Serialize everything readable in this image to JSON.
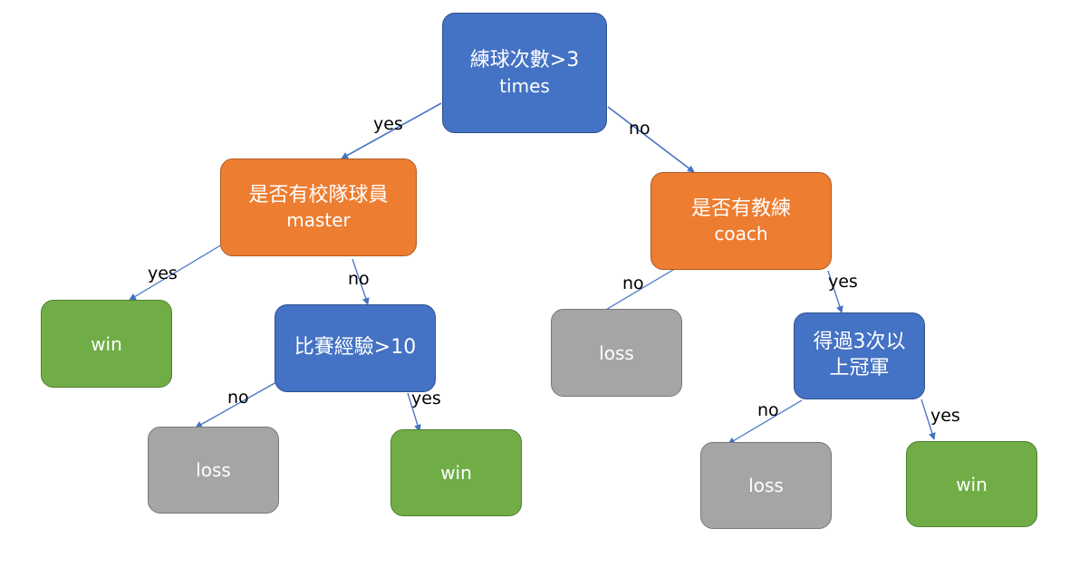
{
  "colors": {
    "decision": "#4472c4",
    "question": "#ed7d31",
    "win": "#70ad47",
    "loss": "#a5a5a5",
    "edge": "#4472c4"
  },
  "nodes": {
    "root": {
      "line1": "練球次數>3",
      "line2": "times"
    },
    "master": {
      "line1": "是否有校隊球員",
      "line2": "master"
    },
    "coach": {
      "line1": "是否有教練",
      "line2": "coach"
    },
    "experience": {
      "line1": "比賽經驗>10"
    },
    "champion": {
      "line1": "得過3次以",
      "line2": "上冠軍"
    },
    "leaf_win_master": {
      "line1": "win"
    },
    "leaf_loss_exp": {
      "line1": "loss"
    },
    "leaf_win_exp": {
      "line1": "win"
    },
    "leaf_loss_coach": {
      "line1": "loss"
    },
    "leaf_loss_champ": {
      "line1": "loss"
    },
    "leaf_win_champ": {
      "line1": "win"
    }
  },
  "edges": {
    "root_yes": "yes",
    "root_no": "no",
    "master_yes": "yes",
    "master_no": "no",
    "exp_no": "no",
    "exp_yes": "yes",
    "coach_no": "no",
    "coach_yes": "yes",
    "champ_no": "no",
    "champ_yes": "yes"
  }
}
